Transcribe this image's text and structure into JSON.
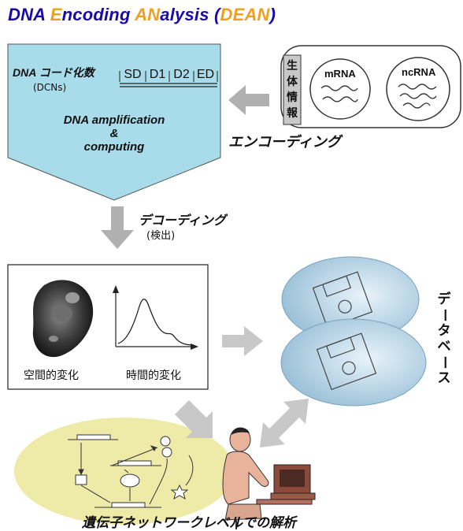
{
  "title": {
    "parts": [
      {
        "text": "DNA ",
        "color": "#1a0aa8"
      },
      {
        "text": "E",
        "color": "#f0a020"
      },
      {
        "text": "ncoding ",
        "color": "#1a0aa8"
      },
      {
        "text": "AN",
        "color": "#f0a020"
      },
      {
        "text": "alysis (",
        "color": "#1a0aa8"
      },
      {
        "text": "DEAN",
        "color": "#f0a020"
      },
      {
        "text": ")",
        "color": "#1a0aa8"
      }
    ]
  },
  "dcn": {
    "label": "DNA コード化数",
    "sub": "(DCNs)",
    "segments": [
      "SD",
      "D1",
      "D2",
      "ED"
    ],
    "amp_line1": "DNA amplification",
    "amp_line2": "&",
    "amp_line3": "computing"
  },
  "bio": {
    "label_chars": [
      "生",
      "体",
      "情",
      "報"
    ],
    "mrna": "mRNA",
    "ncrna": "ncRNA"
  },
  "encoding_label": "エンコーディング",
  "decoding": {
    "label": "デコーディング",
    "sub": "(検出)"
  },
  "analysis": {
    "spatial": "空間的変化",
    "temporal": "時間的変化"
  },
  "database_chars": [
    "デ",
    "ー",
    "タ",
    "ベ",
    "ー",
    "ス"
  ],
  "network_label": "遺伝子ネットワークレベルでの解析",
  "colors": {
    "pentagon": "#a9dcea",
    "arrow": "#b0b0b0",
    "ellipse": "#eeeba8",
    "db": "#a9cde3"
  }
}
